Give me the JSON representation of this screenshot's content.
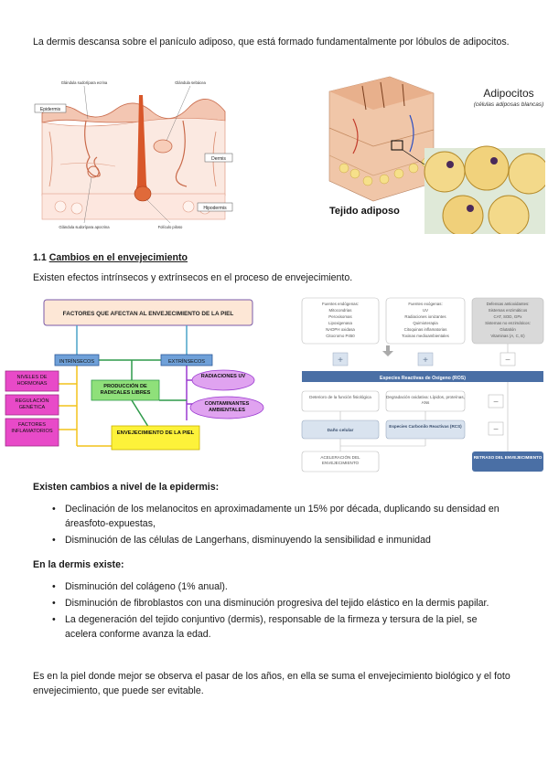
{
  "intro": "La dermis descansa sobre el panículo adiposo, que está formado fundamentalmente por lóbulos de adipocitos.",
  "skin_figure": {
    "labels": {
      "sweat_eccrine": "Glándula sudorípara ecrina",
      "sebaceous": "Glándula sebácea",
      "epidermis": "Epidermis",
      "dermis": "Dermis",
      "hypodermis": "Hipodermis",
      "sweat_apocrine": "Glándula sudorípara apocrina",
      "follicle": "Folículo piloso"
    }
  },
  "adipose_figure": {
    "title": "Adipocitos",
    "subtitle": "(células adiposas blancas)",
    "caption": "Tejido adiposo"
  },
  "section": {
    "number": "1.1",
    "title": "Cambios en el envejecimiento",
    "text": "Existen efectos intrínsecos y extrínsecos en el proceso de envejecimiento."
  },
  "factors_diagram": {
    "main_title": "FACTORES QUE AFECTAN AL ENVEJECIMIENTO DE LA PIEL",
    "intrinsic": "INTRÍNSECOS",
    "extrinsic": "EXTRÍNSECOS",
    "hormones": "NIVELES DE HORMONAS",
    "genetic": "REGULACIÓN GENÉTICA",
    "inflammatory": "FACTORES INFLAMATORIOS",
    "free_radicals": "PRODUCCIÓN DE RADICALES LIBRES",
    "uv": "RADIACIONES UV",
    "pollutants": "CONTAMINANTES AMBIENTALES",
    "aging": "ENVEJECIMIENTO DE LA PIEL"
  },
  "ros_diagram": {
    "endogenous_title": "Fuentes endógenas:",
    "endogenous_items": [
      "Mitocondrias",
      "Peroxisomas",
      "Lipoxigenasa",
      "NADPH oxidasa",
      "Citocromo P450"
    ],
    "exogenous_title": "Fuentes exógenas:",
    "exogenous_items": [
      "UV",
      "Radiaciones ionizantes",
      "Quimioterapia",
      "Citoquinas inflamatorias",
      "Toxinas medioambientales"
    ],
    "antioxidant_title": "Defensas antioxidantes:",
    "antioxidant_items": [
      "Sistemas enzimáticos",
      "CAT, SOD, GPx",
      "Sistemas no enzimáticos:",
      "Glutatión",
      "Vitaminas (A, C, E)"
    ],
    "plus": "+",
    "minus": "−",
    "ros": "Especies Reactivas de Oxígeno (ROS)",
    "physiological": "Deterioro de la función fisiológica",
    "oxidative": "Degradación oxidativa: Lípidos, proteínas, ANs",
    "cell_damage": "Daño celular",
    "rcs": "Especies Carbonilo Reactivas (RCS)",
    "acceleration": "ACELERACIÓN DEL ENVEJECIMIENTO",
    "delay": "RETRASO DEL ENVEJECIMIENTO"
  },
  "epidermis": {
    "heading": "Existen cambios a nivel de la epidermis:",
    "items": [
      "Declinación de los melanocitos en aproximadamente un 15% por década, duplicando su densidad en áreasfoto-expuestas,",
      "Disminución de las células de Langerhans, disminuyendo la sensibilidad e inmunidad"
    ]
  },
  "dermis": {
    "heading": "En la dermis existe:",
    "items": [
      "Disminución del colágeno (1% anual).",
      "Disminución de fibroblastos con una disminución progresiva del tejido elástico en la dermis papilar.",
      "La degeneración del tejido conjuntivo (dermis), responsable de la firmeza y tersura de la piel, se acelera conforme avanza la edad."
    ]
  },
  "closing": "Es en la piel donde mejor se observa el pasar de los años, en ella se suma el envejecimiento biológico y el foto envejecimiento, que puede ser evitable."
}
